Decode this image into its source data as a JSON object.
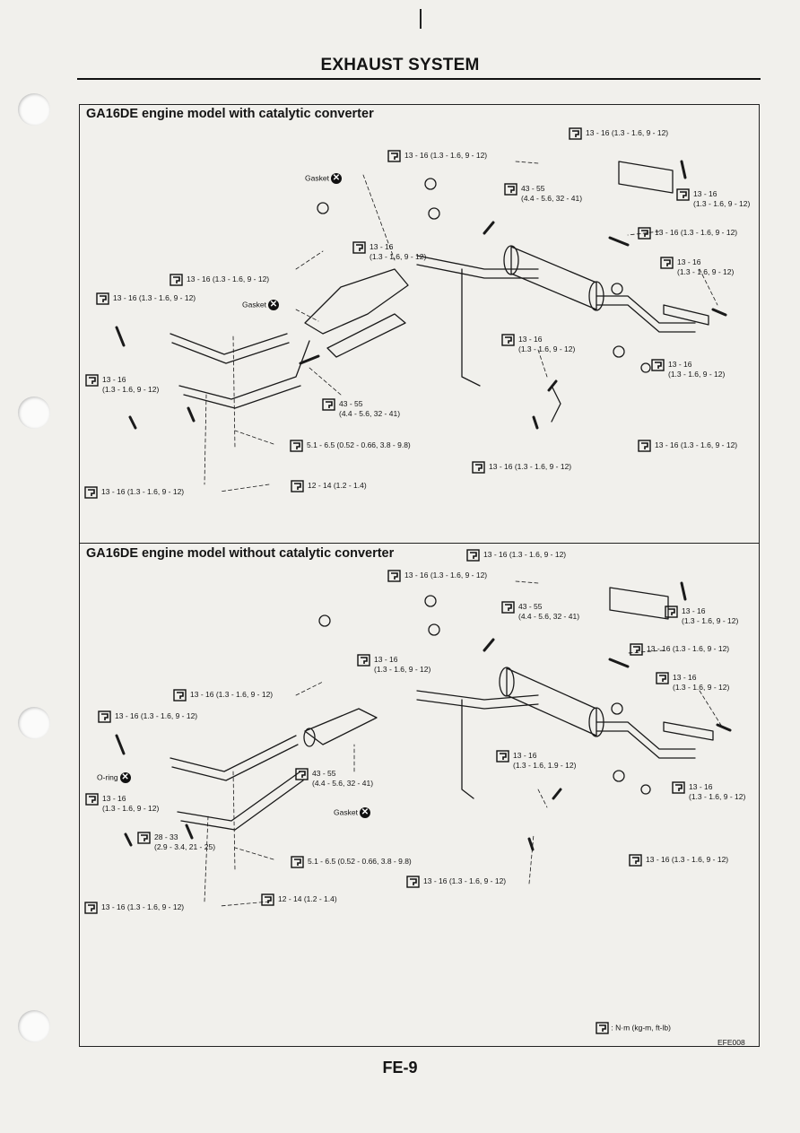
{
  "page": {
    "title": "EXHAUST SYSTEM",
    "page_number": "FE-9",
    "figure_code": "EFE008",
    "legend": ": N·m (kg-m, ft-lb)"
  },
  "section1": {
    "title": "GA16DE engine model with catalytic converter",
    "labels": [
      {
        "v": [
          "13 - 16 (1.3 - 1.6, 9 - 12)"
        ]
      },
      {
        "v": [
          "13 - 16 (1.3 - 1.6, 9 - 12)"
        ]
      },
      {
        "v": [
          "43 - 55",
          "(4.4 - 5.6, 32 - 41)"
        ]
      },
      {
        "v": [
          "13 - 16",
          "(1.3 - 1.6, 9 - 12)"
        ]
      },
      {
        "v": [
          "13 - 16 (1.3 - 1.6, 9 - 12)"
        ]
      },
      {
        "v": [
          "13 - 16",
          "(1.3 - 1.6, 9 - 12)"
        ]
      },
      {
        "v": [
          "13 - 16 (1.3 - 1.6, 9 - 12)"
        ]
      },
      {
        "v": [
          "13 - 16",
          "(1.3 - 1.6, 9 - 12)"
        ]
      },
      {
        "v": [
          "13 - 16 (1.3 - 1.6, 9 - 12)"
        ]
      },
      {
        "v": [
          "13 - 16",
          "(1.3 - 1.6, 9 - 12)"
        ]
      },
      {
        "v": [
          "13 - 16",
          "(1.3 - 1.6, 9 - 12)"
        ]
      },
      {
        "v": [
          "13 - 16",
          "(1.3 - 1.6, 9 - 12)"
        ]
      },
      {
        "v": [
          "43 - 55",
          "(4.4 - 5.6, 32 - 41)"
        ]
      },
      {
        "v": [
          "5.1 - 6.5 (0.52 - 0.66, 3.8 - 9.8)"
        ]
      },
      {
        "v": [
          "13 - 16 (1.3 - 1.6, 9 - 12)"
        ]
      },
      {
        "v": [
          "13 - 16 (1.3 - 1.6, 9 - 12)"
        ]
      },
      {
        "v": [
          "13 - 16 (1.3 - 1.6, 9 - 12)"
        ]
      },
      {
        "v": [
          "12 - 14 (1.2 - 1.4)"
        ]
      }
    ],
    "gaskets": [
      "Gasket",
      "Gasket"
    ]
  },
  "section2": {
    "title": "GA16DE engine model without catalytic converter",
    "labels": [
      {
        "v": [
          "13 - 16 (1.3 - 1.6, 9 - 12)"
        ]
      },
      {
        "v": [
          "13 - 16 (1.3 - 1.6, 9 - 12)"
        ]
      },
      {
        "v": [
          "43 - 55",
          "(4.4 - 5.6, 32 - 41)"
        ]
      },
      {
        "v": [
          "13 - 16",
          "(1.3 - 1.6, 9 - 12)"
        ]
      },
      {
        "v": [
          "13 - 16",
          "(1.3 - 1.6, 9 - 12)"
        ]
      },
      {
        "v": [
          "13 - 16 (1.3 - 1.6, 9 - 12)"
        ]
      },
      {
        "v": [
          "13 - 16 (1.3 - 1.6, 9 - 12)"
        ]
      },
      {
        "v": [
          "13 - 16",
          "(1.3 - 1.6, 9 - 12)"
        ]
      },
      {
        "v": [
          "13 - 16 (1.3 - 1.6, 9 - 12)"
        ]
      },
      {
        "v": [
          "13 - 16",
          "(1.3 - 1.6, 1.9 - 12)"
        ]
      },
      {
        "v": [
          "43 - 55",
          "(4.4 - 5.6, 32 - 41)"
        ]
      },
      {
        "v": [
          "13 - 16",
          "(1.3 - 1.6, 9 - 12)"
        ]
      },
      {
        "v": [
          "13 - 16",
          "(1.3 - 1.6, 9 - 12)"
        ]
      },
      {
        "v": [
          "28 - 33",
          "(2.9 - 3.4, 21 - 25)"
        ]
      },
      {
        "v": [
          "5.1 - 6.5 (0.52 - 0.66, 3.8 - 9.8)"
        ]
      },
      {
        "v": [
          "13 - 16 (1.3 - 1.6, 9 - 12)"
        ]
      },
      {
        "v": [
          "13 - 16 (1.3 - 1.6, 9 - 12)"
        ]
      },
      {
        "v": [
          "13 - 16 (1.3 - 1.6, 9 - 12)"
        ]
      },
      {
        "v": [
          "12 - 14 (1.2 - 1.4)"
        ]
      }
    ],
    "gaskets": [
      "Gasket",
      "O-ring"
    ]
  }
}
